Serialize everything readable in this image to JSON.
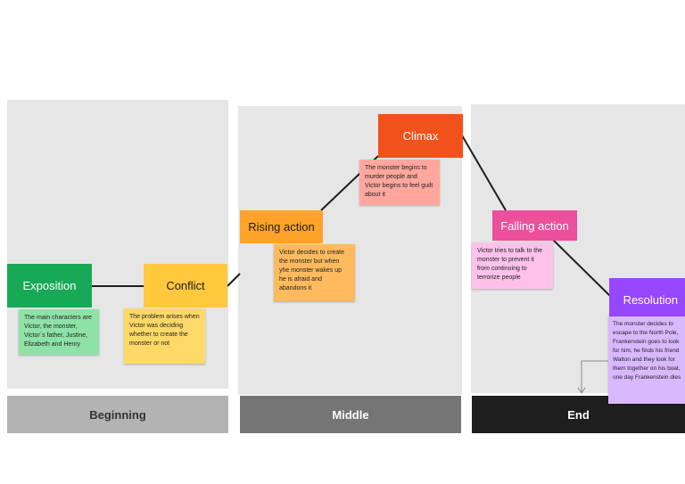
{
  "stages": {
    "beginning": "Beginning",
    "middle": "Middle",
    "end": "End"
  },
  "nodes": {
    "exposition": "Exposition",
    "conflict": "Conflict",
    "rising_action": "Rising action",
    "climax": "Climax",
    "falling_action": "Falling action",
    "resolution": "Resolution"
  },
  "notes": {
    "exposition": "The main characters are Victor, the monster, Victor´s father, Justine, Elizabeth and Henry",
    "conflict": "The problem arises when Victor was deciding whether to create the monster or not",
    "rising_action": "Victor decides to create the monster but when yhe monster wakes up he is afraid and abandons it",
    "climax": "The monster begins to murder people and Victor begins to feel guilt about it",
    "falling_action": "Victor tries to talk to the monster to prevent it from continuing to terrorize people",
    "resolution": "The monster decides to escape to the North Pole, Frankenstein goes to look for him, he finds his friend Walton and they look for them together on his boat, one day Frankenstein dies"
  },
  "colors": {
    "exposition": "#18a957",
    "conflict": "#ffc83d",
    "rising_action": "#ffa329",
    "climax": "#f1511b",
    "falling_action": "#ec4f9c",
    "resolution": "#9747ff",
    "note_green": "#8fe2a7",
    "note_yellow": "#ffd967",
    "note_orange": "#ffba5e",
    "note_salmon": "#ffa79d",
    "note_pink": "#fdc1ea",
    "note_purple": "#d9b8ff"
  }
}
